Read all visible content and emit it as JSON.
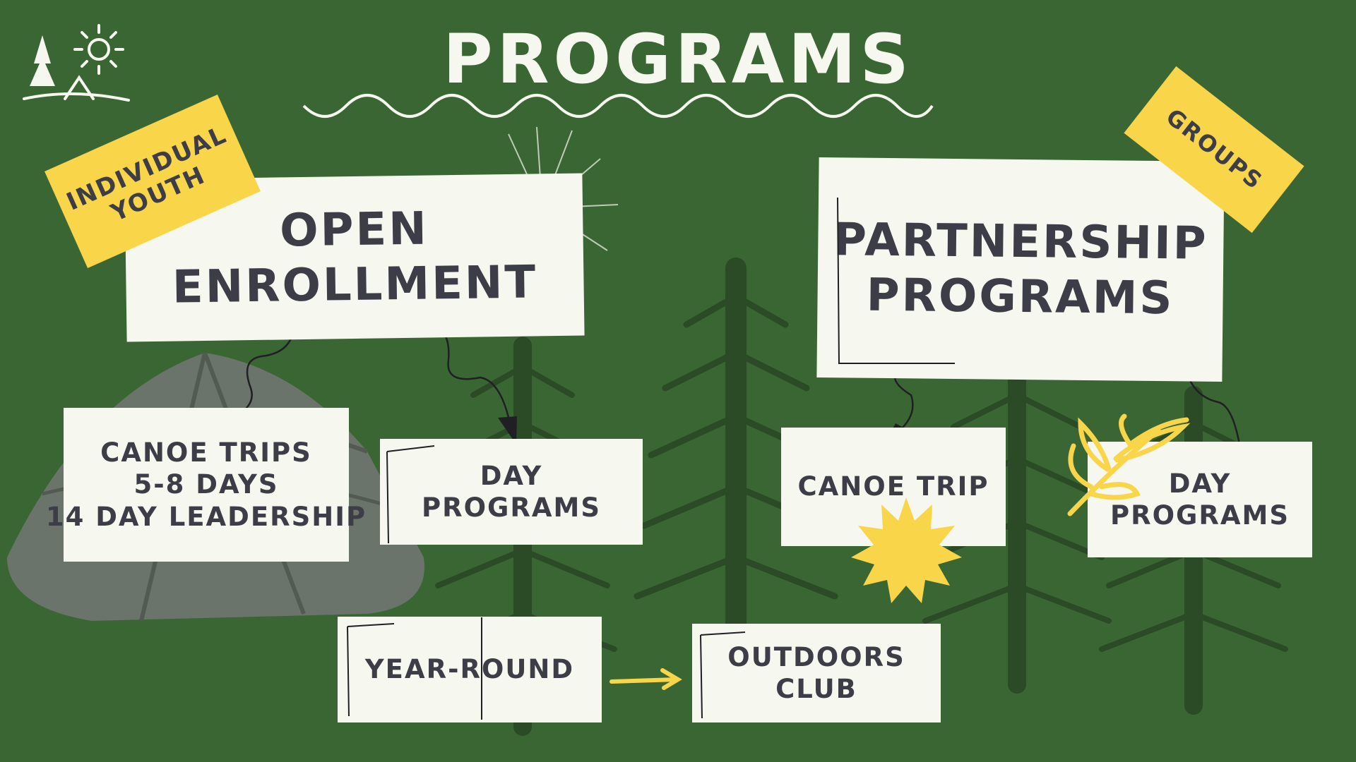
{
  "title": "PROGRAMS",
  "tags": {
    "individual": [
      "INDIVIDUAL",
      "YOUTH"
    ],
    "groups": "GROUPS"
  },
  "nodes": {
    "open_enrollment": [
      "OPEN",
      "ENROLLMENT"
    ],
    "partnership": [
      "PARTNERSHIP",
      "PROGRAMS"
    ],
    "canoe_trips": [
      "CANOE TRIPS",
      "5-8 DAYS",
      "14 DAY LEADERSHIP"
    ],
    "day_programs_open": [
      "DAY",
      "PROGRAMS"
    ],
    "canoe_trip_partner": "CANOE TRIP",
    "day_programs_partner": [
      "DAY",
      "PROGRAMS"
    ],
    "year_round": "YEAR-ROUND",
    "outdoors_club": [
      "OUTDOORS",
      "CLUB"
    ]
  },
  "colors": {
    "background": "#3a6633",
    "card": "#f6f8ef",
    "accent_yellow": "#f9d54a",
    "text": "#3d3d47",
    "tree": "#2b4a26",
    "tent": "#6b746a"
  },
  "icons": [
    "camp-logo-icon",
    "sun-icon",
    "starburst-icon",
    "leaf-sprig-icon",
    "tent-illustration",
    "pine-tree-illustration"
  ]
}
